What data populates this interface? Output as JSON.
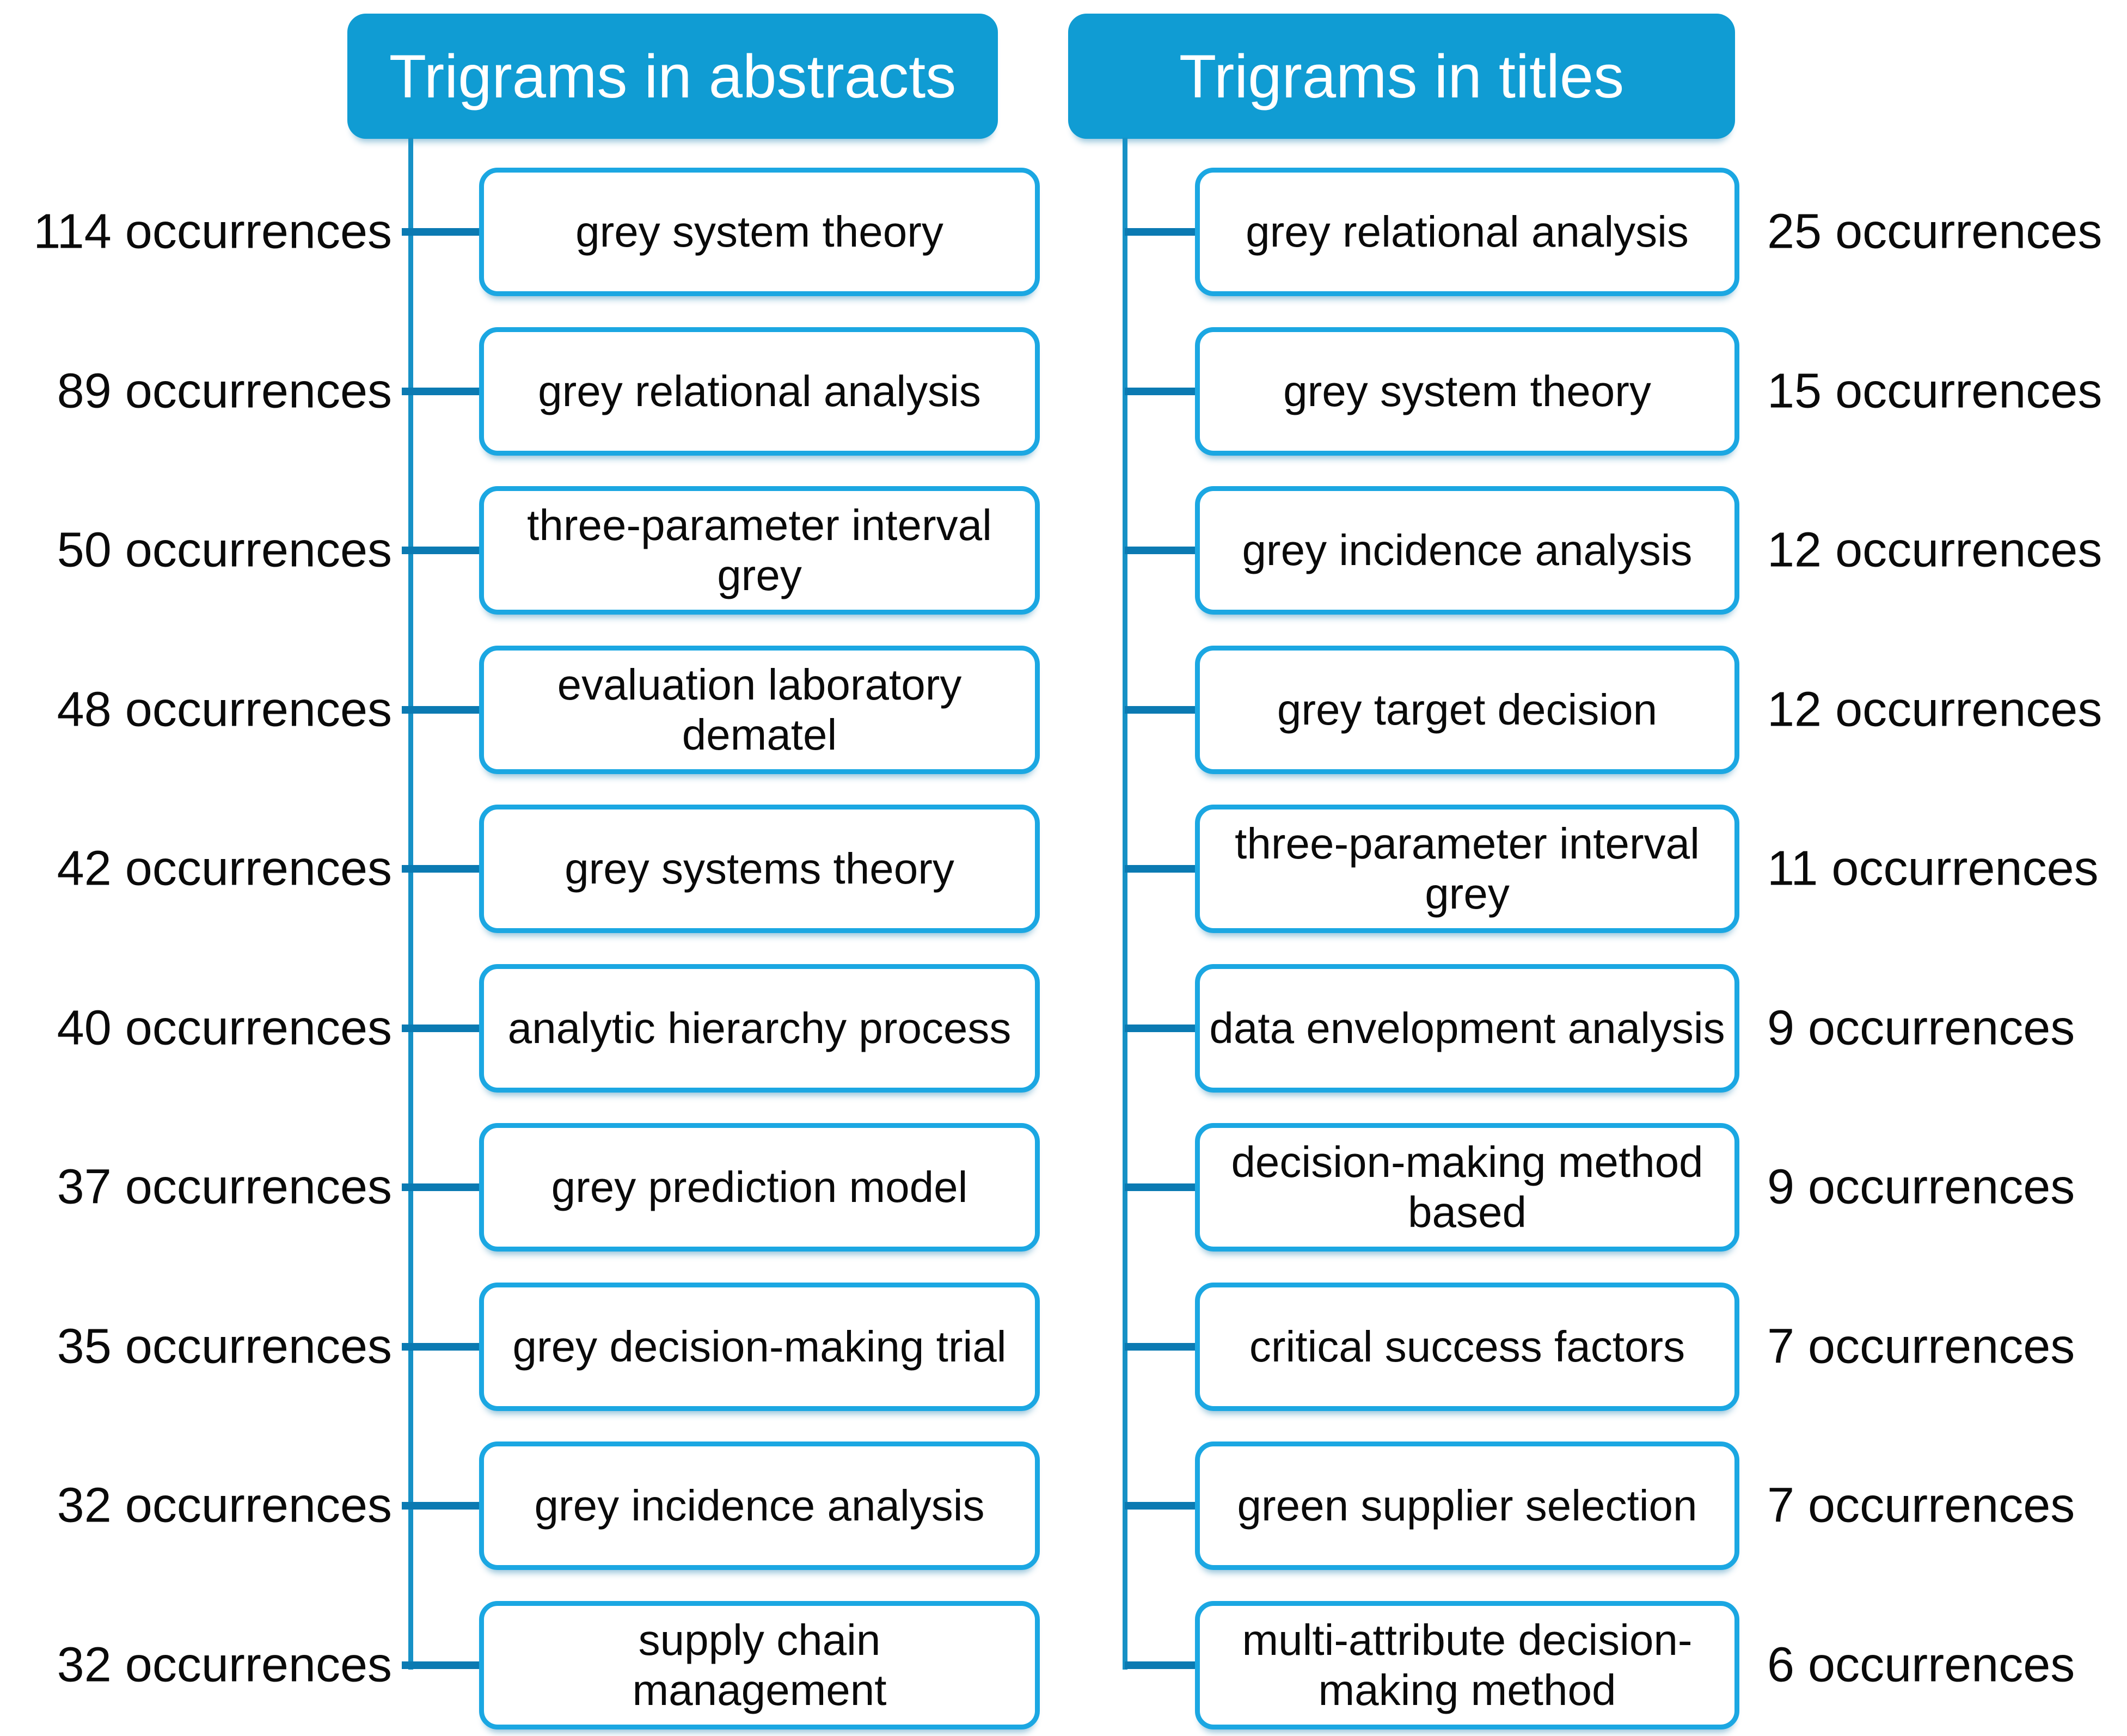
{
  "colors": {
    "page_bg": "#ffffff",
    "header_fill": "#109CD3",
    "header_text": "#ffffff",
    "box_border": "#1BA7E2",
    "box_fill": "#ffffff",
    "spine": "#1691C6",
    "connector": "#0B7AB2",
    "text": "#0a0a0a"
  },
  "left_tree": {
    "title": "Trigrams in abstracts",
    "items": [
      {
        "count": "114 occurrences",
        "phrase": "grey system theory"
      },
      {
        "count": "89 occurrences",
        "phrase": "grey relational analysis"
      },
      {
        "count": "50 occurrences",
        "phrase": "three-parameter interval\ngrey"
      },
      {
        "count": "48 occurrences",
        "phrase": "evaluation laboratory\ndematel"
      },
      {
        "count": "42 occurrences",
        "phrase": "grey systems theory"
      },
      {
        "count": "40 occurrences",
        "phrase": "analytic hierarchy process"
      },
      {
        "count": "37 occurrences",
        "phrase": "grey prediction model"
      },
      {
        "count": "35 occurrences",
        "phrase": "grey decision-making trial"
      },
      {
        "count": "32 occurrences",
        "phrase": "grey incidence analysis"
      },
      {
        "count": "32 occurrences",
        "phrase": "supply chain\nmanagement"
      }
    ]
  },
  "right_tree": {
    "title": "Trigrams in titles",
    "items": [
      {
        "phrase": "grey relational analysis",
        "count": "25 occurrences"
      },
      {
        "phrase": "grey system theory",
        "count": "15 occurrences"
      },
      {
        "phrase": "grey incidence analysis",
        "count": "12 occurrences"
      },
      {
        "phrase": "grey target decision",
        "count": "12 occurrences"
      },
      {
        "phrase": "three-parameter interval\ngrey",
        "count": "11 occurrences"
      },
      {
        "phrase": "data envelopment analysis",
        "count": "9 occurrences"
      },
      {
        "phrase": "decision-making method\nbased",
        "count": "9 occurrences"
      },
      {
        "phrase": "critical success factors",
        "count": "7 occurrences"
      },
      {
        "phrase": "green supplier selection",
        "count": "7 occurrences"
      },
      {
        "phrase": "multi-attribute decision-\nmaking method",
        "count": "6 occurrences"
      }
    ]
  }
}
